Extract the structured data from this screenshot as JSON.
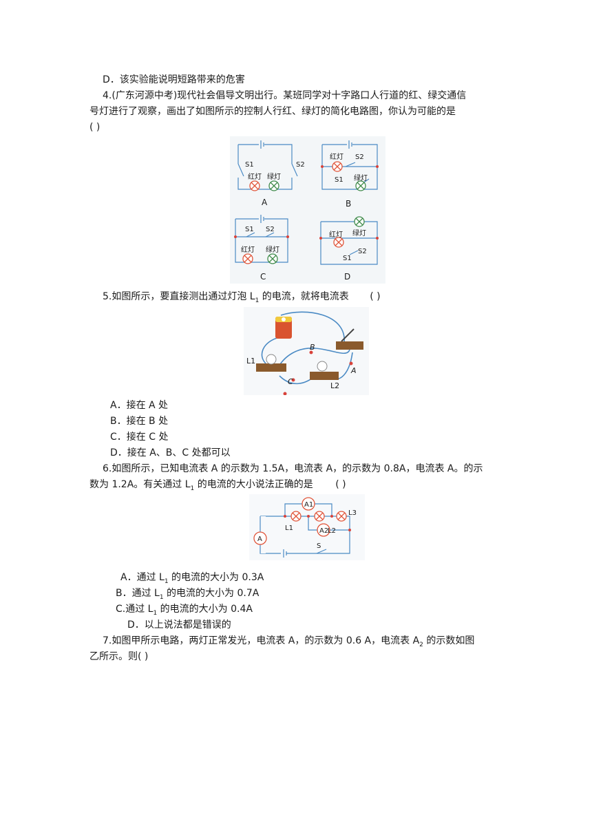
{
  "q3_option_d": "D．该实验能说明短路带来的危害",
  "q4": {
    "line1": "4.(广东河源中考)现代社会倡导文明出行。某班同学对十字路口人行道的红、绿交通信",
    "line2": "号灯进行了观察，画出了如图所示的控制人行红、绿灯的简化电路图，你认为可能的是",
    "bracket": "(       )",
    "figure": {
      "red_lamp": "红灯",
      "green_lamp": "绿灯",
      "s1": "S1",
      "s2": "S2",
      "labels": [
        "A",
        "B",
        "C",
        "D"
      ]
    }
  },
  "q5": {
    "stem_a": "5.如图所示，要直接测出通过灯泡 L",
    "stem_sub": "1",
    "stem_b": " 的电流，就将电流表",
    "bracket": "(       )",
    "figure": {
      "L1": "L1",
      "L2": "L2",
      "A": "A",
      "B": "B",
      "C": "C"
    },
    "options": [
      "A．接在 A 处",
      "B．接在 B 处",
      "C．接在 C 处",
      "D．接在 A、B、C 处都可以"
    ]
  },
  "q6": {
    "line1": "6.如图所示，已知电流表 A 的示数为 1.5A，电流表 A，的示数为 0.8A，电流表 A。的示",
    "line2_a": "数为 1.2A。有关通过 L",
    "line2_sub": "1",
    "line2_b": " 的电流的大小说法正确的是",
    "bracket": "(       )",
    "figure": {
      "A": "A",
      "A1": "A1",
      "A2": "A2",
      "L1": "L1",
      "L2": "L2",
      "L3": "L3",
      "S": "S"
    },
    "opt_a": {
      "pre": "A．通过 L",
      "sub": "1",
      "post": " 的电流的大小为 0.3A"
    },
    "opt_b": {
      "pre": "B．通过 L",
      "sub": "1",
      "post": " 的电流的大小为 0.7A"
    },
    "opt_c": {
      "pre": "C.通过 L",
      "sub": "1",
      "post": " 的电流的大小为 0.4A"
    },
    "opt_d": "D．以上说法都是错误的"
  },
  "q7": {
    "line1_a": "7.如图甲所示电路，两灯正常发光，电流表 A，的示数为 0.6 A，电流表 A",
    "line1_sub": "2",
    "line1_b": " 的示数如图",
    "line2": "乙所示。则(       )"
  }
}
